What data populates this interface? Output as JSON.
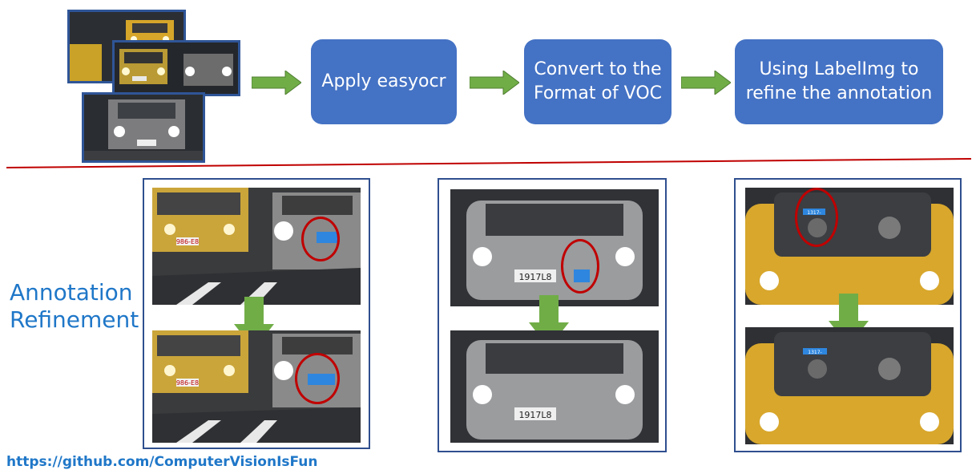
{
  "pipeline": {
    "steps": [
      {
        "label": "Apply easyocr"
      },
      {
        "label": "Convert to the Format of VOC"
      },
      {
        "label": "Using LabelImg to refine the annotation"
      }
    ]
  },
  "section_label": "Annotation Refinement",
  "footer": {
    "link_text": "https://github.com/ComputerVisionIsFun"
  },
  "plates": {
    "example1": "986-E8",
    "example2": "1917L8",
    "example3": "1317-"
  },
  "colors": {
    "step_box": "#4472c4",
    "arrow": "#70ad47",
    "divider": "#c00000",
    "frame": "#2f5597",
    "label_text": "#1f77c8",
    "highlight_oval": "#c00000",
    "bbox": "#2e86de"
  }
}
